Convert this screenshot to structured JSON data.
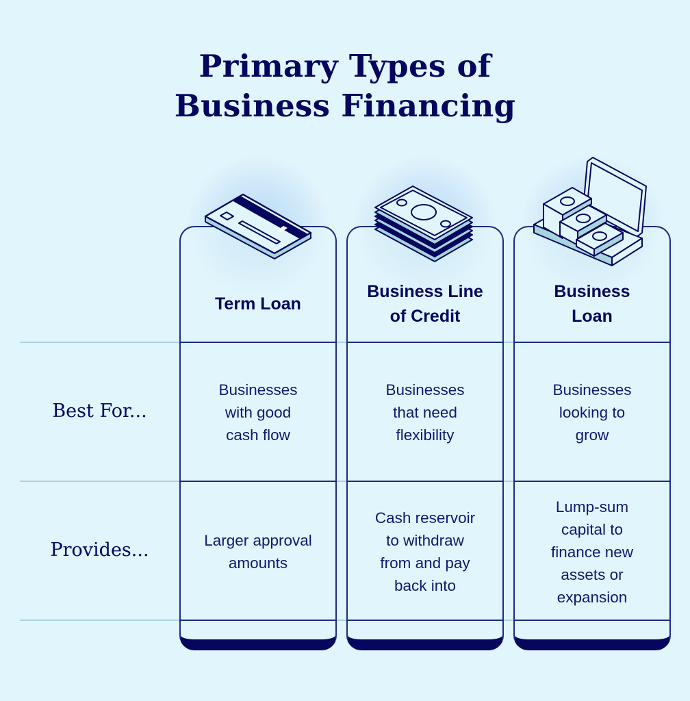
{
  "title": {
    "line1": "Primary Types of",
    "line2": "Business Financing"
  },
  "row_labels": {
    "best_for": "Best For...",
    "provides": "Provides..."
  },
  "columns": [
    {
      "icon": "credit-card-icon",
      "title_lines": [
        "Term Loan"
      ],
      "best_for": [
        "Businesses",
        "with good",
        "cash flow"
      ],
      "provides": [
        "Larger approval",
        "amounts"
      ]
    },
    {
      "icon": "cash-stack-icon",
      "title_lines": [
        "Business Line",
        "of Credit"
      ],
      "best_for": [
        "Businesses",
        "that need",
        "flexibility"
      ],
      "provides": [
        "Cash reservoir",
        "to withdraw",
        "from and pay",
        "back into"
      ]
    },
    {
      "icon": "money-briefcase-icon",
      "title_lines": [
        "Business",
        "Loan"
      ],
      "best_for": [
        "Businesses",
        "looking to",
        "grow"
      ],
      "provides": [
        "Lump-sum",
        "capital to",
        "finance new",
        "assets or",
        "expansion"
      ]
    }
  ],
  "colors": {
    "background": "#e1f5fc",
    "navy": "#06065e",
    "border": "#1c2a85",
    "divider": "#a8d4dc",
    "glow": "#b6daf6"
  }
}
